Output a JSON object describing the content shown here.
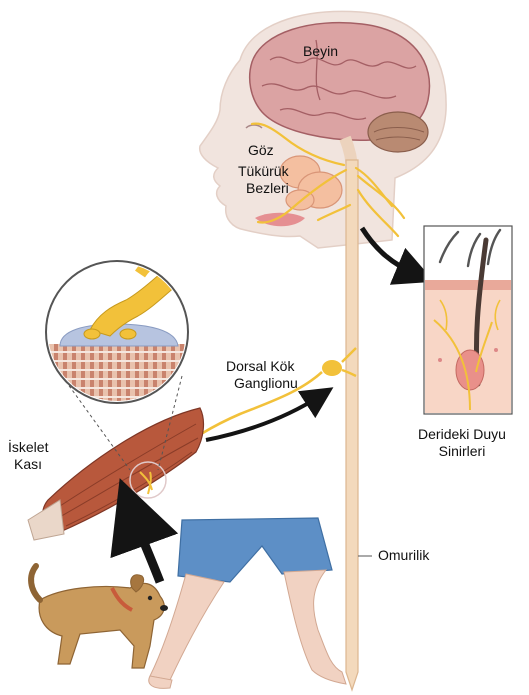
{
  "labels": {
    "brain": "Beyin",
    "eye": "Göz",
    "salivary_line1": "Tükürük",
    "salivary_line2": "Bezleri",
    "skin_nerves_line1": "Derideki Duyu",
    "skin_nerves_line2": "Sinirleri",
    "drg_line1": "Dorsal Kök",
    "drg_line2": "Ganglionu",
    "muscle_line1": "İskelet",
    "muscle_line2": "Kası",
    "spinal_cord": "Omurilik"
  },
  "colors": {
    "nerve": "#f2c13a",
    "spinal_cord": "#f3d9bc",
    "skin": "#f1e4de",
    "brain": "#d9a0a0",
    "muscle": "#b8583c",
    "shorts": "#5d8fc6",
    "dog": "#c99a5c",
    "arrow": "#141414"
  }
}
